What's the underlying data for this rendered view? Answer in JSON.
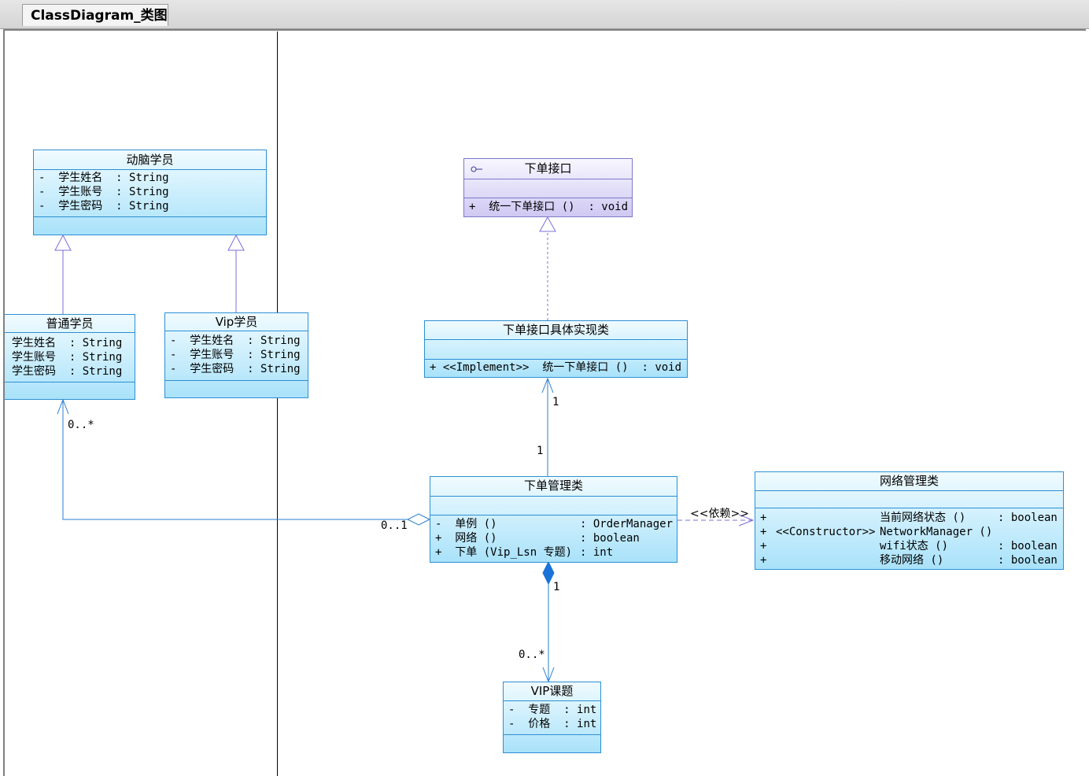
{
  "tab": {
    "title": "ClassDiagram_类图"
  },
  "classes": {
    "dongnao": {
      "name": "动脑学员",
      "attributes": [
        {
          "vis": "-",
          "name": "学生姓名",
          "type": ": String"
        },
        {
          "vis": "-",
          "name": "学生账号",
          "type": ": String"
        },
        {
          "vis": "-",
          "name": "学生密码",
          "type": ": String"
        }
      ]
    },
    "putong": {
      "name": "普通学员",
      "attributes": [
        {
          "name": "学生姓名",
          "type": ": String"
        },
        {
          "name": "学生账号",
          "type": ": String"
        },
        {
          "name": "学生密码",
          "type": ": String"
        }
      ]
    },
    "vip": {
      "name": "Vip学员",
      "attributes": [
        {
          "vis": "-",
          "name": "学生姓名",
          "type": ": String"
        },
        {
          "vis": "-",
          "name": "学生账号",
          "type": ": String"
        },
        {
          "vis": "-",
          "name": "学生密码",
          "type": ": String"
        }
      ]
    },
    "iface": {
      "name": "下单接口",
      "icon": "interface-lollipop-icon",
      "ops": [
        {
          "vis": "+",
          "name": "统一下单接口 ()",
          "type": ": void"
        }
      ]
    },
    "impl": {
      "name": "下单接口具体实现类",
      "ops": [
        {
          "vis": "+",
          "stereo": "<<Implement>>",
          "name": "统一下单接口 ()",
          "type": ": void"
        }
      ]
    },
    "manager": {
      "name": "下单管理类",
      "ops": [
        {
          "vis": "-",
          "name": "单例 ()",
          "type": ": OrderManager"
        },
        {
          "vis": "+",
          "name": "网络 ()",
          "type": ": boolean"
        },
        {
          "vis": "+",
          "name": "下单 (Vip_Lsn 专题)",
          "type": ": int"
        }
      ]
    },
    "network": {
      "name": "网络管理类",
      "ops": [
        {
          "vis": "+",
          "stereo": "",
          "name": "当前网络状态 ()",
          "type": ": boolean"
        },
        {
          "vis": "+",
          "stereo": "<<Constructor>>",
          "name": "NetworkManager ()",
          "type": ""
        },
        {
          "vis": "+",
          "stereo": "",
          "name": "wifi状态 ()",
          "type": ": boolean"
        },
        {
          "vis": "+",
          "stereo": "",
          "name": "移动网络 ()",
          "type": ": boolean"
        }
      ]
    },
    "vipke": {
      "name": "VIP课题",
      "attributes": [
        {
          "vis": "-",
          "name": "专题",
          "type": ": int"
        },
        {
          "vis": "-",
          "name": "价格",
          "type": ": int"
        }
      ]
    }
  },
  "relations": {
    "impl_manager_top": "1",
    "impl_manager_bottom": "1",
    "agg_student_mult": "0..*",
    "agg_manager_mult": "0..1",
    "dependency_label": "<<依赖>>",
    "comp_manager_mult": "1",
    "comp_vip_mult": "0..*"
  },
  "colors": {
    "class_border": "#2c8fd4",
    "interface_border": "#7d78c8",
    "line_blue": "#2a7fd0",
    "line_purple": "#7b6fd8"
  }
}
